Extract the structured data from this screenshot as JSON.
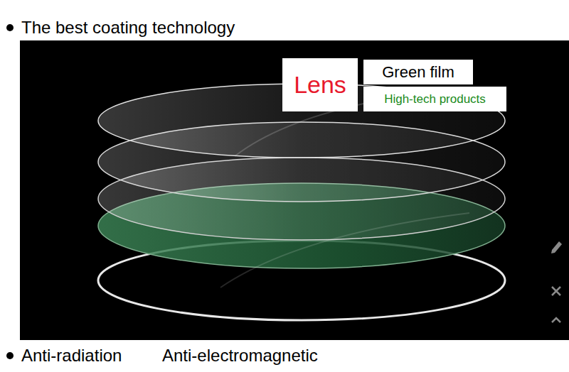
{
  "diagram": {
    "title": "The best coating technology",
    "nodes": [
      {
        "text": [
          "Lens"
        ]
      },
      {
        "text": [
          "Green film"
        ]
      },
      {
        "text": [
          "High-tech products"
        ]
      }
    ],
    "labels": [
      "Anti-radiation",
      "Anti-electromagnetic"
    ]
  }
}
